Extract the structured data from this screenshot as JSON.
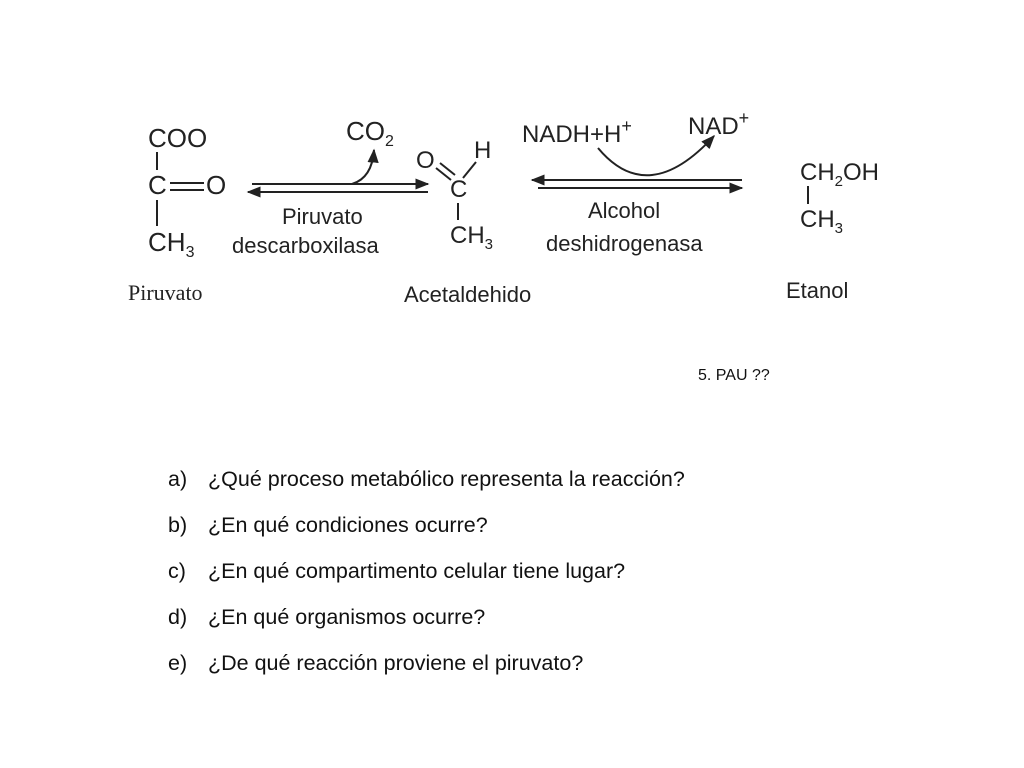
{
  "diagram": {
    "pyruvate": {
      "top": "COO",
      "middle": "C",
      "oxo": "O",
      "bottom": "CH",
      "bottom_sub": "3",
      "name": "Piruvato"
    },
    "step1": {
      "product_gas": "CO",
      "product_gas_sub": "2",
      "enzyme_line1": "Piruvato",
      "enzyme_line2": "descarboxilasa"
    },
    "acetaldehyde": {
      "oxygen": "O",
      "hydrogen": "H",
      "carbon": "C",
      "bottom": "CH",
      "bottom_sub": "3",
      "name": "Acetaldehido"
    },
    "step2": {
      "cofactor_in": "NADH+H",
      "cofactor_in_sup": "+",
      "cofactor_out": "NAD",
      "cofactor_out_sup": "+",
      "enzyme_line1": "Alcohol",
      "enzyme_line2": "deshidrogenasa"
    },
    "ethanol": {
      "top": "CH",
      "top_sub": "2",
      "top_tail": "OH",
      "bottom": "CH",
      "bottom_sub": "3",
      "name": "Etanol"
    }
  },
  "reference": "5. PAU ??",
  "questions": [
    {
      "label": "a)",
      "text": "¿Qué proceso metabólico representa la reacción?"
    },
    {
      "label": "b)",
      "text": "¿En qué condiciones ocurre?"
    },
    {
      "label": "c)",
      "text": "¿En qué compartimento celular tiene lugar?"
    },
    {
      "label": "d)",
      "text": "¿En qué organismos ocurre?"
    },
    {
      "label": "e)",
      "text": "¿De qué reacción proviene el piruvato?"
    }
  ]
}
